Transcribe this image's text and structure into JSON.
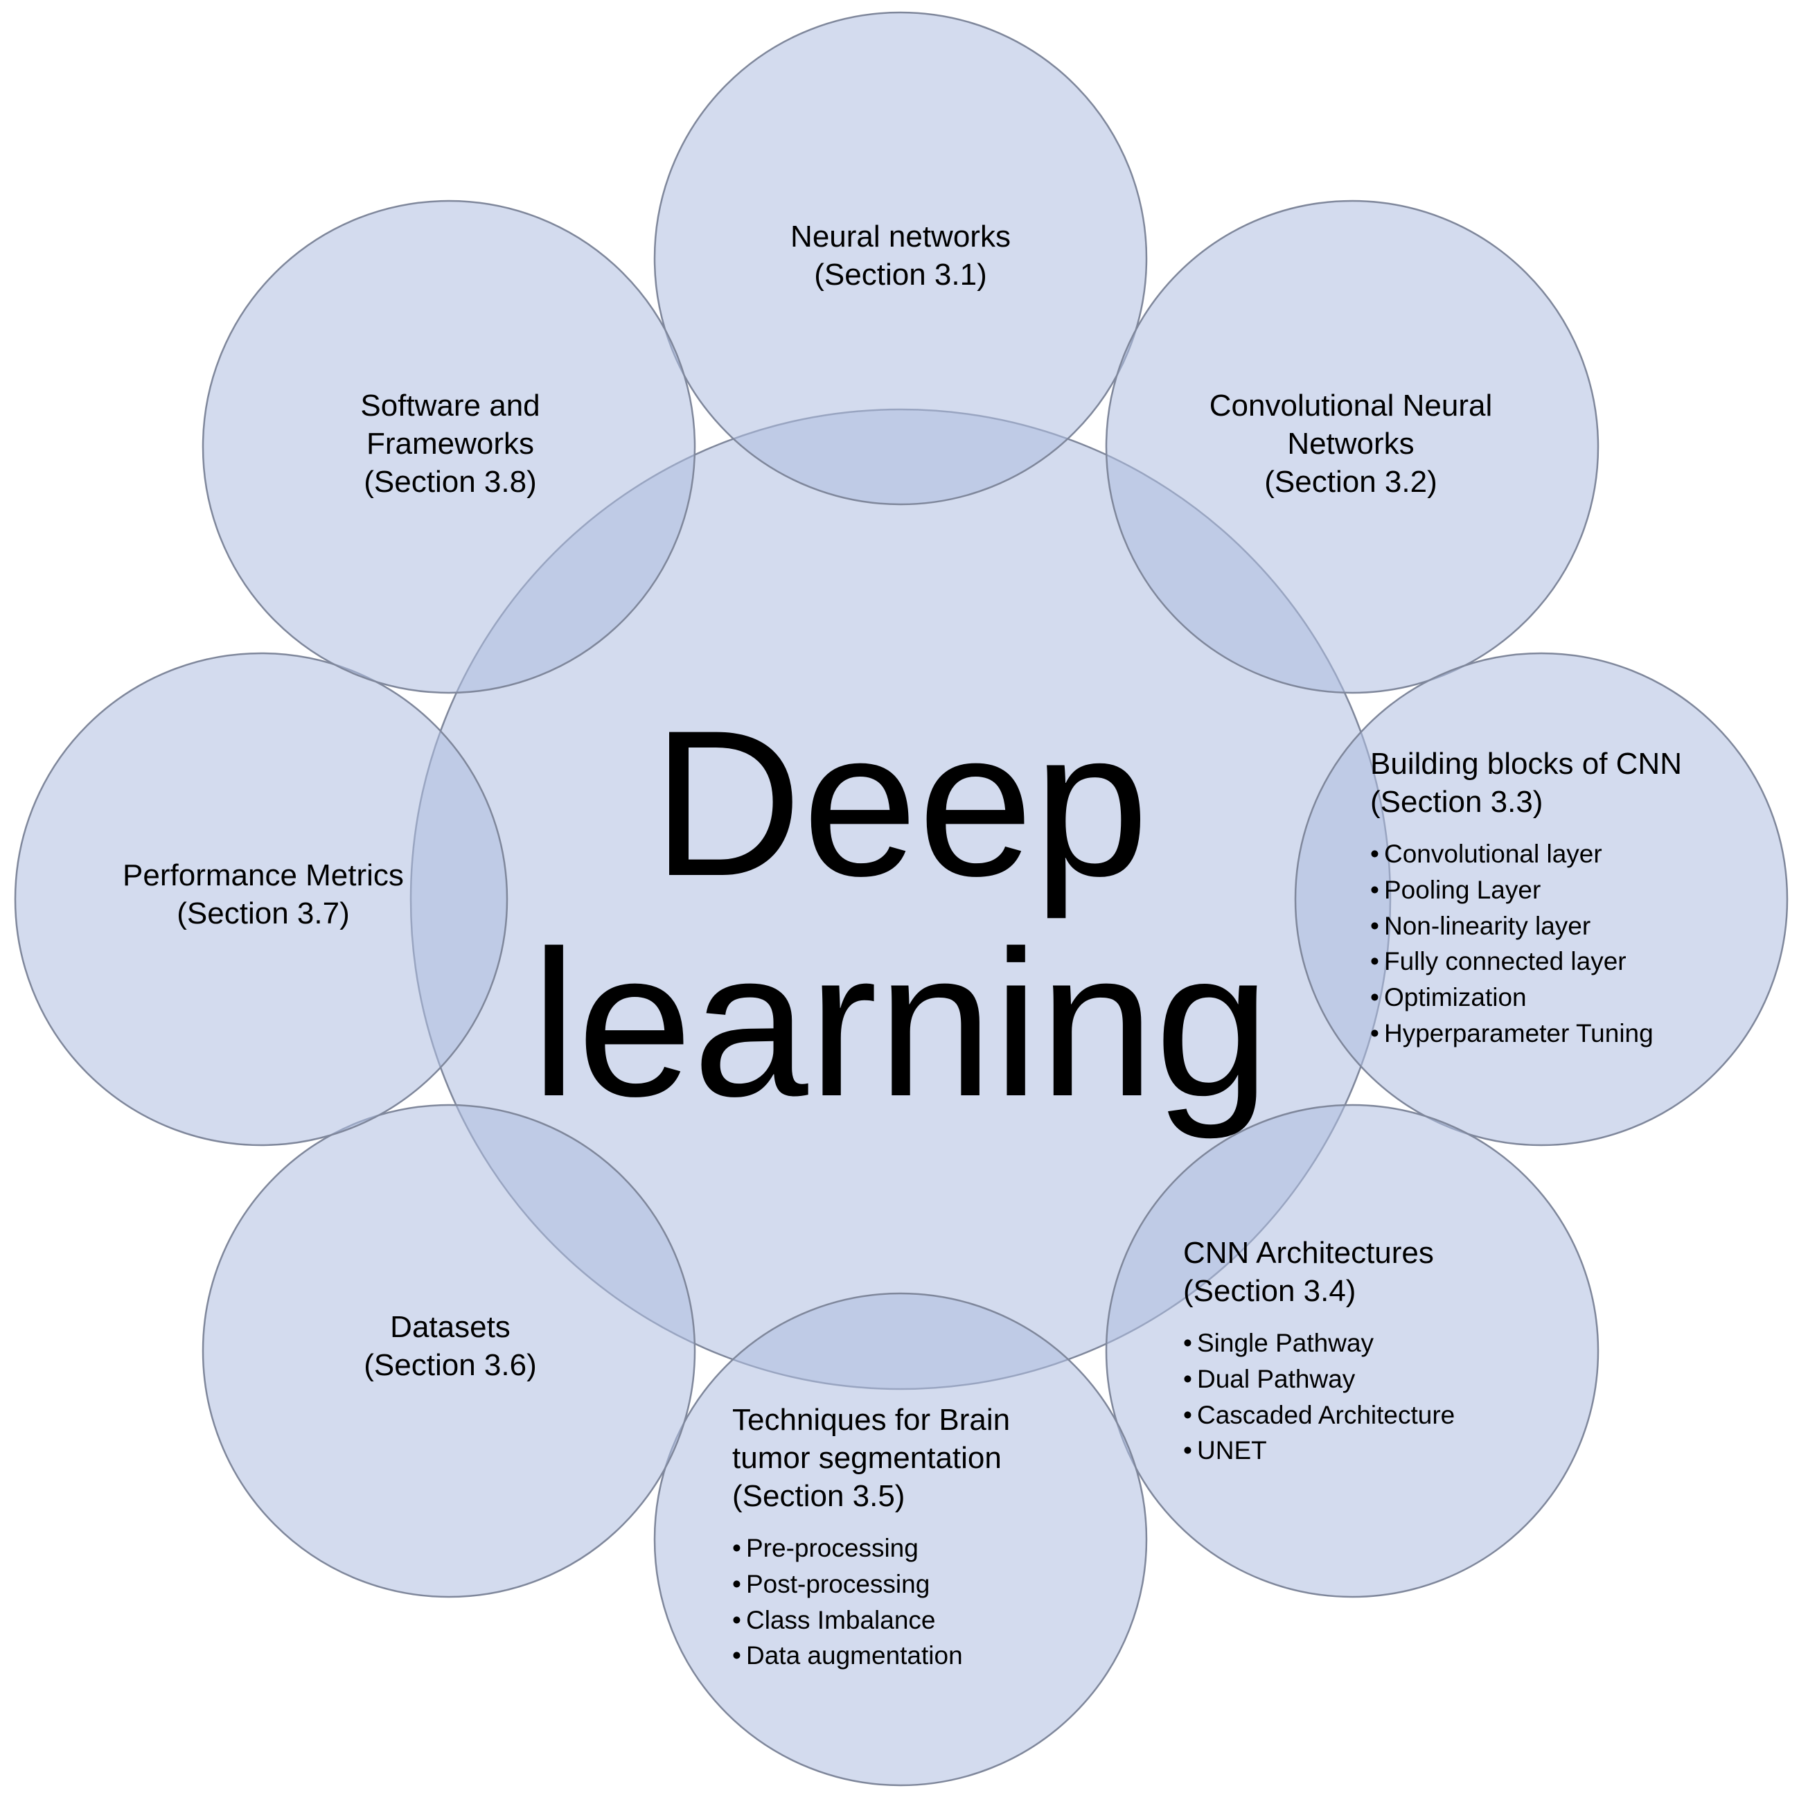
{
  "center": {
    "line1": "Deep",
    "line2": "learning"
  },
  "petals": {
    "neural_networks": {
      "title_line1": "Neural networks",
      "title_line2": "(Section 3.1)"
    },
    "cnn": {
      "title_line1": "Convolutional Neural",
      "title_line2": "Networks",
      "title_line3": "(Section 3.2)"
    },
    "building_blocks": {
      "title_line1": "Building blocks of CNN",
      "title_line2": "(Section 3.3)",
      "items": [
        "Convolutional layer",
        "Pooling Layer",
        "Non-linearity layer",
        "Fully connected layer",
        "Optimization",
        "Hyperparameter Tuning"
      ]
    },
    "cnn_architectures": {
      "title_line1": "CNN Architectures",
      "title_line2": "(Section 3.4)",
      "items": [
        "Single Pathway",
        "Dual Pathway",
        "Cascaded Architecture",
        "UNET"
      ]
    },
    "techniques": {
      "title_line1": "Techniques for Brain",
      "title_line2": "tumor segmentation",
      "title_line3": "(Section 3.5)",
      "items": [
        "Pre-processing",
        "Post-processing",
        "Class Imbalance",
        "Data augmentation"
      ]
    },
    "datasets": {
      "title_line1": "Datasets",
      "title_line2": "(Section 3.6)"
    },
    "performance_metrics": {
      "title_line1": "Performance Metrics",
      "title_line2": "(Section 3.7)"
    },
    "software": {
      "title_line1": "Software and",
      "title_line2": "Frameworks",
      "title_line3": "(Section 3.8)"
    }
  },
  "colors": {
    "circle_fill": "#aebde0",
    "circle_stroke": "#7f879b",
    "text": "#000000",
    "background": "#ffffff"
  }
}
